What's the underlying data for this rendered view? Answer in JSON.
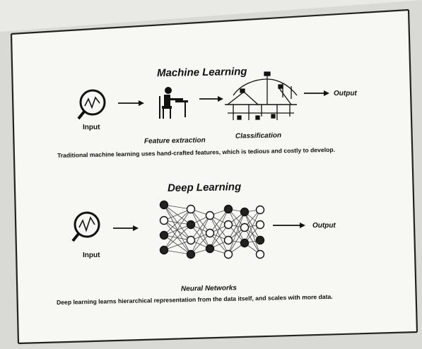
{
  "machine_learning": {
    "title": "Machine Learning",
    "input_label": "Input",
    "feature_label": "Feature extraction",
    "classification_label": "Classification",
    "output_label": "Output",
    "caption": "Traditional machine learning uses hand-crafted features, which is tedious and costly to develop."
  },
  "deep_learning": {
    "title": "Deep Learning",
    "input_label": "Input",
    "output_label": "Output",
    "network_label": "Neural Networks",
    "caption": "Deep learning learns hierarchical representation from the data itself, and scales with more data."
  }
}
